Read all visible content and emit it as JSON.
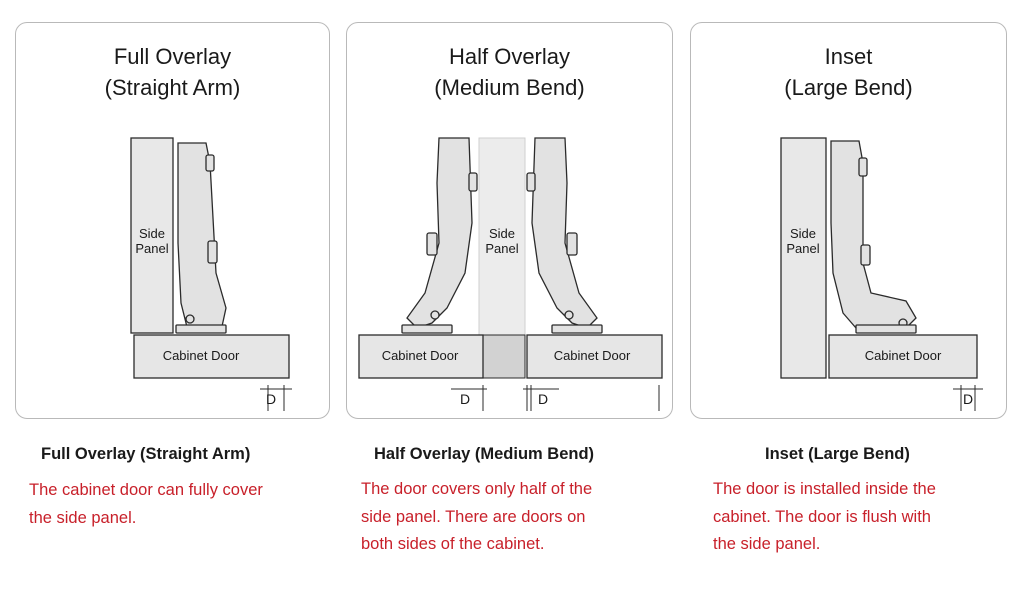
{
  "panels": [
    {
      "title_line1": "Full Overlay",
      "title_line2": "(Straight Arm)",
      "side_panel_line1": "Side",
      "side_panel_line2": "Panel",
      "door_label": "Cabinet Door",
      "d_label": "D"
    },
    {
      "title_line1": "Half Overlay",
      "title_line2": "(Medium Bend)",
      "side_panel_line1": "Side",
      "side_panel_line2": "Panel",
      "door_left_label": "Cabinet Door",
      "door_right_label": "Cabinet Door",
      "d_left_label": "D",
      "d_right_label": "D"
    },
    {
      "title_line1": "Inset",
      "title_line2": "(Large Bend)",
      "side_panel_line1": "Side",
      "side_panel_line2": "Panel",
      "door_label": "Cabinet Door",
      "d_label": "D"
    }
  ],
  "captions": [
    {
      "title": "Full Overlay (Straight Arm)",
      "lines": [
        "The cabinet door can fully cover",
        "the side panel."
      ]
    },
    {
      "title": "Half Overlay (Medium Bend)",
      "lines": [
        "The door covers only half of the",
        "side panel. There are doors on",
        "both sides of the cabinet."
      ]
    },
    {
      "title": "Inset (Large Bend)",
      "lines": [
        "The door is installed inside the",
        "cabinet. The door is flush with",
        "the side panel."
      ]
    }
  ],
  "colors": {
    "panel_border": "#b9b9b9",
    "component_fill": "#e6e6e6",
    "outline": "#2b2b2b",
    "description_red": "#c8202a"
  }
}
